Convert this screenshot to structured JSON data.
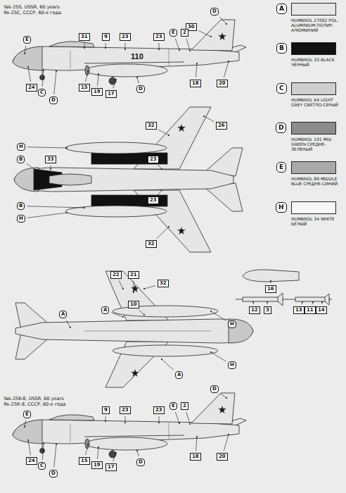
{
  "diagram": {
    "labels": [
      "Yak-25S, USSR, 60 years",
      "Як-25С, СССР, 60-е года",
      "A",
      "B",
      "C",
      "D",
      "E",
      "H",
      "D",
      "30",
      "31",
      "9",
      "23",
      "E",
      "2",
      "23",
      "E",
      "110",
      "24",
      "C",
      "D",
      "15",
      "19",
      "17",
      "D",
      "18",
      "20",
      "32",
      "26",
      "H",
      "B",
      "33",
      "23",
      "23",
      "B",
      "H",
      "32",
      "22",
      "21",
      "32",
      "A",
      "10",
      "16",
      "12",
      "3",
      "13",
      "11",
      "14",
      "H",
      "A",
      "H",
      "A",
      "Yak-25K-8, USSR, 60 years",
      "Як-25К-8, СССР, 60-е года",
      "D",
      "9",
      "23",
      "23",
      "E",
      "2",
      "E",
      "24",
      "C",
      "D",
      "15",
      "19",
      "17",
      "D",
      "18",
      "20"
    ],
    "legend": [
      {
        "text": "HUMBROL 27002 POL. ALUMINIUM ПОЛИР. АЛЮМИНИЙ",
        "color": "#e6e6e6"
      },
      {
        "text": "HUMBROL 33 BLACK ЧЕРНЫЙ",
        "color": "#111111"
      },
      {
        "text": "HUMBROL 64 LIGHT GREY СВЕТЛО-СЕРЫЙ",
        "color": "#cfcfcf"
      },
      {
        "text": "HUMBROL 101 MID GREEN СРЕДНЕ-ЗЕЛЕНЫЙ",
        "color": "#8c8c8c"
      },
      {
        "text": "HUMBROL 89 MIDDLE BLUE СРЕДНЕ-СИНИЙ",
        "color": "#a9a9a9"
      },
      {
        "text": "HUMBROL 34 WHITE БЕЛЫЙ",
        "color": "#f7f7f7"
      }
    ]
  }
}
